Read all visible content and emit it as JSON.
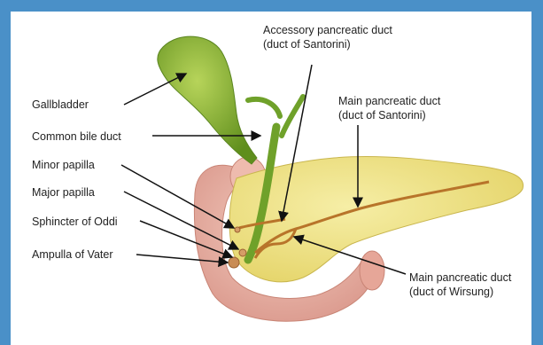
{
  "labels": {
    "gallbladder": "Gallbladder",
    "common_bile_duct": "Common bile duct",
    "minor_papilla": "Minor papilla",
    "major_papilla": "Major papilla",
    "sphincter_of_oddi": "Sphincter of Oddi",
    "ampulla_of_vater": "Ampulla of Vater",
    "accessory_duct": {
      "line1": "Accessory pancreatic duct",
      "line2": "(duct of Santorini)"
    },
    "main_duct_santorini": {
      "line1": "Main pancreatic duct",
      "line2": "(duct of Santorini)"
    },
    "main_duct_wirsung": {
      "line1": "Main pancreatic duct",
      "line2": "(duct of Wirsung)"
    }
  },
  "colors": {
    "frame_border": "#4a90c8",
    "gallbladder": "#7fb02a",
    "pancreas": "#f0e58a",
    "duodenum": "#e9b3a4",
    "duct": "#b8742a"
  }
}
